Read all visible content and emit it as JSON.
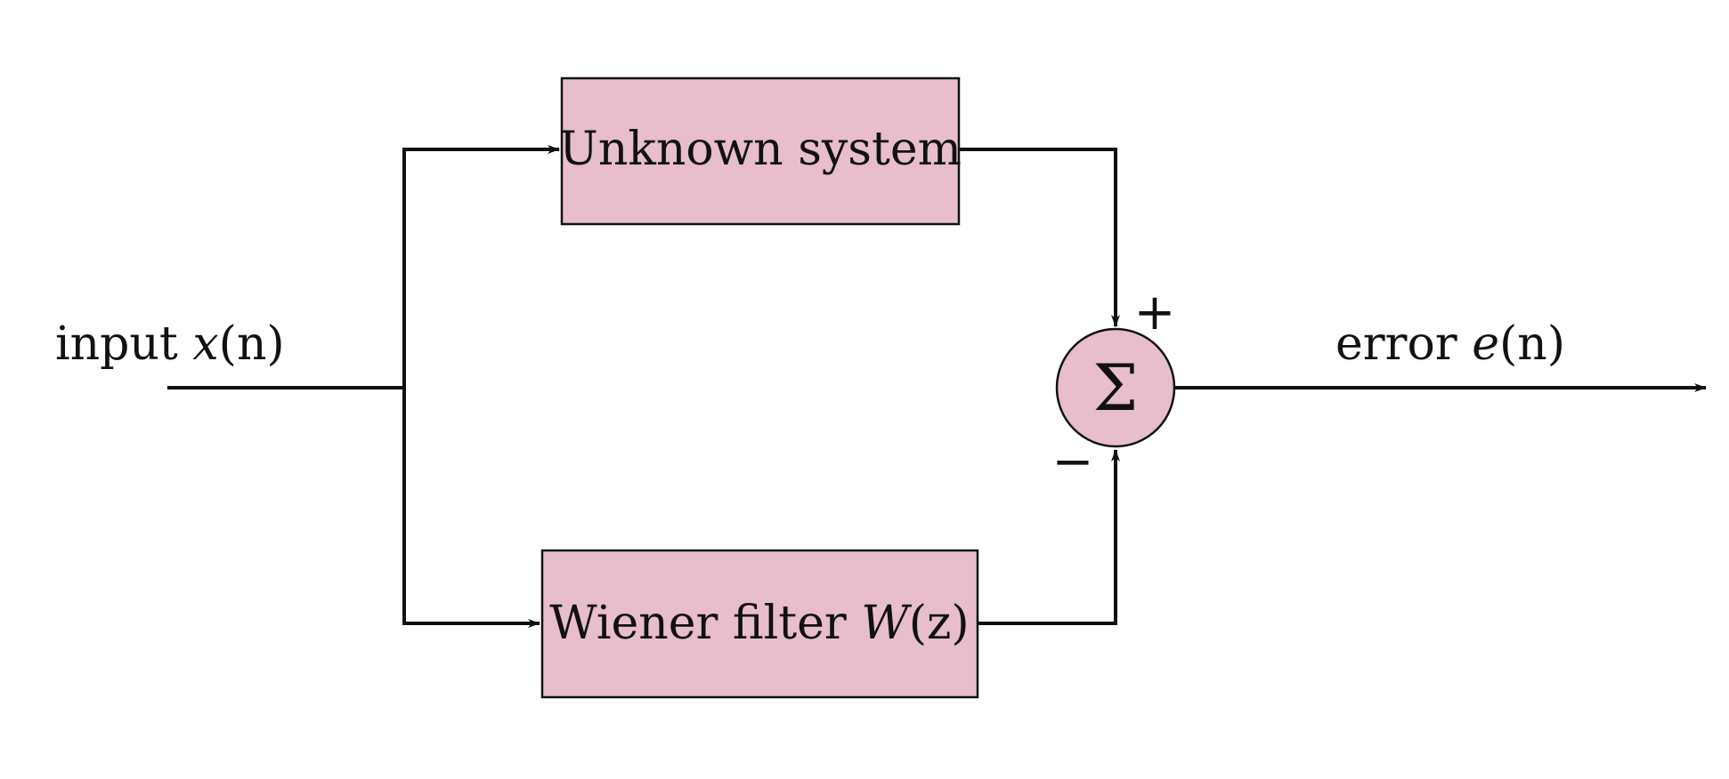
{
  "colors": {
    "block_fill": "#e8bdcc",
    "stroke": "#111111"
  },
  "blocks": {
    "unknown_system": {
      "label": "Unknown system"
    },
    "wiener_filter": {
      "label": "Wiener filter ",
      "label_math": "W",
      "label_math_arg": "(z)"
    }
  },
  "summer": {
    "symbol": "Σ",
    "plus_sign": "+",
    "minus_sign": "−"
  },
  "input": {
    "label": "input ",
    "math": "x",
    "arg": "(n)"
  },
  "output": {
    "label": "error ",
    "math": "e",
    "arg": "(n)"
  },
  "icons": [
    "arrow-head-icon",
    "sigma-icon"
  ]
}
